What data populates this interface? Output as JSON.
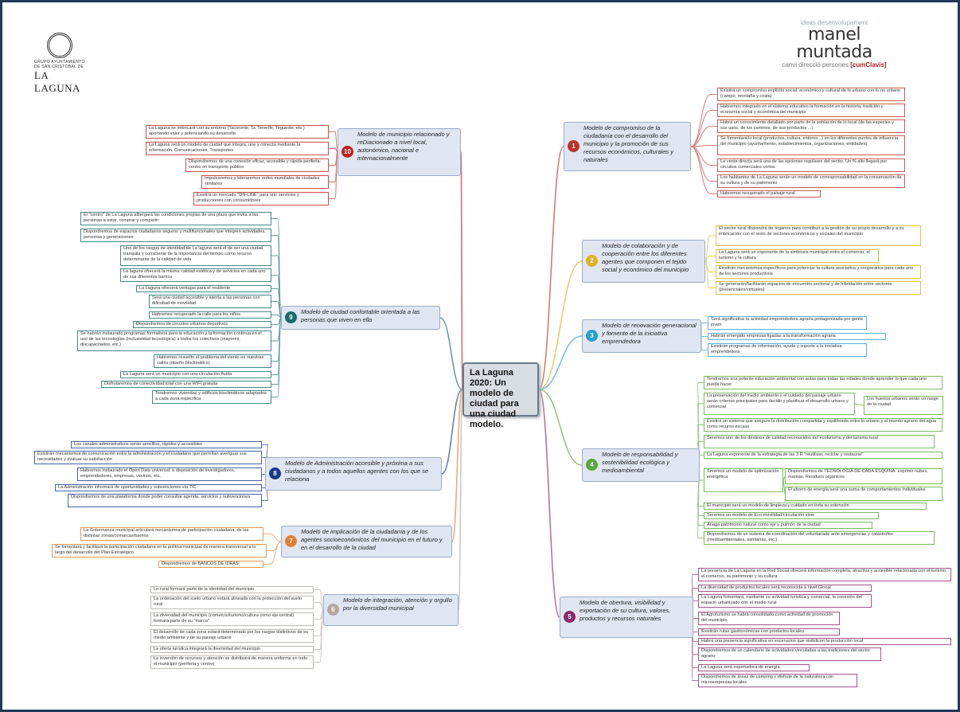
{
  "logos": {
    "left_small": "GRUPO AYUNTAMIENTO DE SAN CRISTÓBAL DE",
    "left_big": "LA LAGUNA",
    "right_tag1": "ideas desenvolupament",
    "right_tag2": "canvi  direcció  persones",
    "right_name": "manel muntada",
    "right_cc": "[cumClavis]"
  },
  "central": "La Laguna 2020: Un modelo de ciudad para una ciudad modelo.",
  "branches": {
    "b1": {
      "num": "1",
      "color": "#b8342a",
      "label": "Modelo de compromiso de la ciudadanía con el desarrollo del municipio y la promoción de sus recursos económicos, culturales y naturales"
    },
    "b2": {
      "num": "2",
      "color": "#e0b020",
      "label": "Modelo de colaboración y de cooperación entre los diferentes agentes que componen el tejido social y económico del municipio"
    },
    "b3": {
      "num": "3",
      "color": "#2a9ed0",
      "label": "Modelo de renovación generacional y fomento de la iniciativa emprendedora"
    },
    "b4": {
      "num": "4",
      "color": "#5aa83a",
      "label": "Modelo de responsabilidad y sostenibilidad ecológica y medioambiental"
    },
    "b5": {
      "num": "5",
      "color": "#8a2a6a",
      "label": "Modelo de obertura, visibilidad y exportación de su cultura, valores, productos y recursos naturales"
    },
    "b6": {
      "num": "6",
      "color": "#b0a8a0",
      "label": "Modelo de integración, atención y orgullo por la diversidad municipal"
    },
    "b7": {
      "num": "7",
      "color": "#e08030",
      "label": "Modelo de implicación de la ciudadanía y de los agentes socioeconómicos del municipio en el futuro y en el desarrollo de la ciudad"
    },
    "b8": {
      "num": "8",
      "color": "#1a3a8a",
      "label": "Modelo de Administración accesible y próxima a sus ciudadanos y a todos aquellos agentes con los que se relaciona"
    },
    "b9": {
      "num": "9",
      "color": "#1a6a6a",
      "label": "Modelo de ciudad confortable orientada a las personas que viven en ella"
    },
    "b10": {
      "num": "10",
      "color": "#c02020",
      "label": "Modelo de municipio relacionado y reDiacionado a nivel local, autonómico, nacional e internacionalmente"
    }
  },
  "leaves": {
    "b1": [
      "Existirá un compromiso explícito social, económico y cultural de lo urbano con lo no urbano (campo, montaña y costa)",
      "Habremos integrado en el sistema educativo la formación en la historia, tradición y economía social y económica del municipio",
      "Habrá un conocimiento detallado por parte de la población de lo local (de las especies y sus usos, de los caminos, de sus productos ...)",
      "Se fomentará lo local (productos, cultura, entorno...) en los diferentes puntos de influencia del municipio (ayuntamiento, establecimientos, organizaciones, entidades)",
      "La venta directa será una de las opciones regulares del sector. Un % alto llegará por circuitos comerciales cortos",
      "Los habitantes de La Laguna serán un modelo de corresponsabilidad en la conservación de su cultura y de su patrimonio",
      "Habremos recuperado el paisaje rural"
    ],
    "b2": [
      "El sector rural dispondrá de órganos para contribuir a la gestión de su propio desarrollo y a su imbricación con el resto de sectores económicos y sociales del municipio",
      "La Laguna será un exponente de la simbiosis municipal entre el comercio, el turismo y la cultura",
      "Existirán mecanismos específicos para potenciar la cultura asociativa y cooperativa para cada uno de los sectores productivos",
      "Se generarán/facilitarán espacios de encuentro sectorial y de hibridación entre sectores (presenciales/virtuales)"
    ],
    "b3": [
      "Será significativa la actividad emprendedora agraria protagonizada por gente joven",
      "Habrán emergido empresas ligadas a la transformación agraria",
      "Existirán programas de información, ayuda y soporte a la iniciativa emprendedora"
    ],
    "b4": [
      "Tendremos una potente educación ambiental con aulas para todas las edades donde aprender lo que cada uno puede hacer",
      "La preservación del medio ambiente y el cuidado del paisaje urbano serán criterios principales para decidir y planificar el desarrollo urbano y comercial",
      "Existirá un sistema que asegure la distribución compartida y equilibrada entre lo urbano y el mundo agrario del agua como recurso escaso",
      "Seremos uno de los destinos de calidad reconocidos del ecoturismo y del turismo rural",
      "La Laguna exponente de la estrategia de las 3 R \"reutilizar, reciclar y restaurar\"",
      "Seremos un modelo de optimización energética",
      "El municipio será un modelo de limpieza y cuidado en toda su extensión",
      "Seremos un modelo de Eco movilidad/circulación slow",
      "Anaga patrimonio natural como eje y pulmón de la ciudad",
      "Dispondremos de un sistema de coordinación del voluntariado ante emergencias y catástrofes (medioambientales, sanitarias, etc.)"
    ],
    "b4_sub": [
      "Los huertos urbanos serán un rasgo de la ciudad",
      "Dispondremos de TECNOLOGÍA DE CADA ESQUINA: exprimir nubes, mareas, Residuos orgánicos",
      "El ahorro de energía será una suma de comportamientos individuales"
    ],
    "b5": [
      "La presencia de La Laguna en la Red Social ofrecerá información completa, atractiva y accesible relacionada con el turismo, el comercio, su patrimonio y su cultura",
      "La diversidad de productos locales será reconocida a nivel Glocal",
      "La Laguna fomentará, mediante su actividad turística y comercial, la conexión del espacio urbanizado con el medio rural",
      "El Agroturismo se habrá consolidado como actividad de promoción del municipio",
      "Existirán rutas gastronómicas con productos locales",
      "Habrá una presencia significativa en escenarios que visibilicen la producción local",
      "Dispondremos de un calendario de actividades vinculadas a las tradiciones del sector agrario",
      "La Laguna será exportadora de energía",
      "Dispondremos de áreas de camping y disfrute de la naturaleza con microempresas locales"
    ],
    "b6": [
      "Lo rural formará parte de la identidad del municipio",
      "La ordenación del suelo urbano estará alineada con la protección del suelo rural",
      "La diversidad del municipio (comercio/turismo/cultura como eje central) formará parte de su \"marca\"",
      "El desarrollo de cada zona estará determinado por los rasgos distintivos de su medio ambiente y de su paisaje urbano",
      "La oferta turística integrará la diversidad del municipio",
      "La inversión de recursos y atención se distribuirá de manera uniforme en todo el municipio (periferia y centro)"
    ],
    "b7": [
      "La Gobernanza municipal articulará mecanismos de participación ciudadana, de las distintas zonas/comarcas/barrios",
      "Se fomentará y facilitará la participación ciudadana en la política municipal de manera transversal a lo largo del desarrollo del Plan Estratégico",
      "Dispondremos de BANCOS DE IDEAS"
    ],
    "b8": [
      "Los canales administrativos serán sencillos, rápidos y accesibles",
      "Existirán mecanismos de comunicación entre la administración y el ciudadano que permitan averiguar sus necesidades y evaluar su satisfacción",
      "Habremos instaurado el Open Data universal: a disposición de investigadores, emprendedores, empresas, vecinos, etc.",
      "La Administración informará de oportunidades y subvenciones vía TIC",
      "Dispondremos de una plataforma donde poder consultar agenda, servicios y subvenciones"
    ],
    "b9": [
      "El \"centro\" de La Laguna albergará las condiciones propias de una plaza que invita a las personas a estar, comprar y compartir",
      "Dispondremos de espacios ciudadanos seguros y multifuncionales que integren actividades, personas y generaciones",
      "Uno de los rasgos de identidad de La laguna será el de ser una ciudad tranquila y consciente de la importancia del tiempo como recurso determinante de la calidad de vida",
      "La laguna ofrecerá la misma calidad estética y de servicios en cada uno de sus diferentes barrios",
      "La Laguna ofrecerá ventajas para el residente",
      "Será una ciudad accesible y atenta a las personas con dificultad de movilidad",
      "Habremos recuperado la calle para los niños",
      "Dispondremos de circuitos urbanos deportivos",
      "Se habrán instaurado programas formativos para la educación y la formación continua en el uso de las tecnologías (inclusividad tecnológica) a todos los colectivos (mayores, discapacitados, etc.)",
      "Habremos resuelto el problema del viento en nuestras calles (diseño bioclimático)",
      "La Laguna será un municipio con una circulación fluida",
      "Disfrutaremos de conectividad total con una WIFI gratuita",
      "Tendremos viviendas y edificios bioclimáticos adaptados a cada zona específica"
    ],
    "b10": [
      "La Laguna se imbricará con su entorno (Tacoronte, Sc Tenerife, Tegueste, etc.) aportando valor y potenciando su desarrollo",
      "La Laguna será un modelo de ciudad que integra, une y conecta mediante la información, Comunicaciones, Transportes",
      "Dispondremos de una conexión eficaz, accesible y rápida periferia-centro en transporte público",
      "Impulsaremos y lideraremos redes mundiales de ciudades similares",
      "Existirá un mercado \"ON-LINE\" para unir servicios y producciones con consumidores"
    ]
  }
}
